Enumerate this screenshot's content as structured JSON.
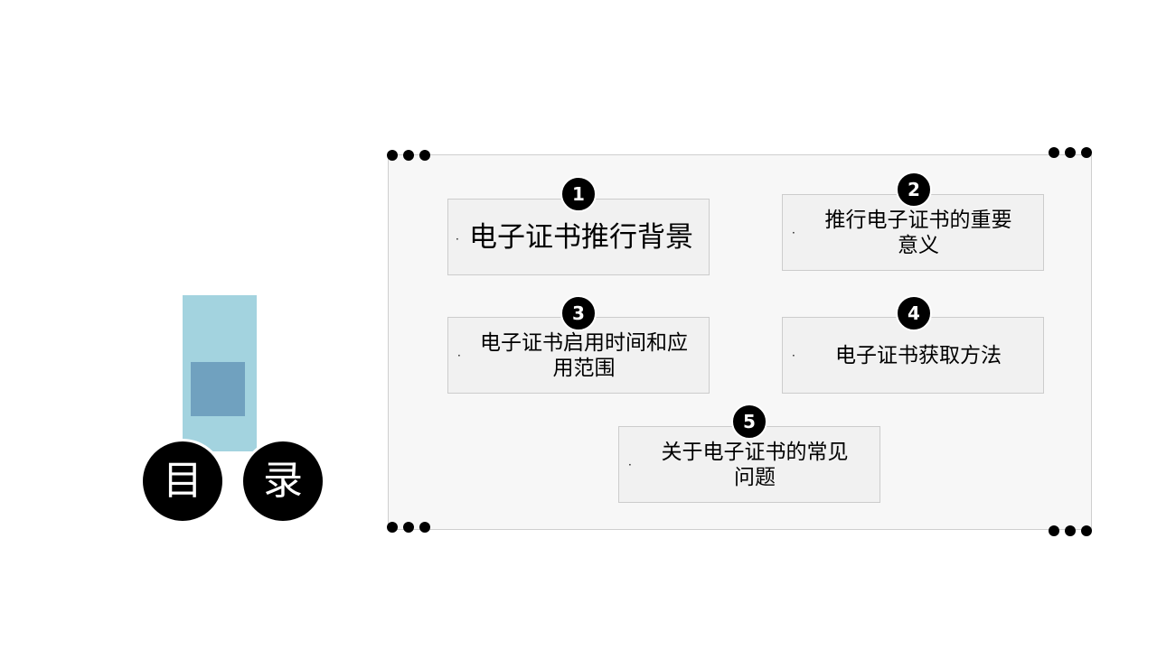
{
  "title": {
    "char1": "目",
    "char2": "录"
  },
  "items": [
    {
      "num": "1",
      "label": "电子证书推行背景"
    },
    {
      "num": "2",
      "label": "推行电子证书的重要意义"
    },
    {
      "num": "3",
      "label": "电子证书启用时间和应用范围"
    },
    {
      "num": "4",
      "label": "电子证书获取方法"
    },
    {
      "num": "5",
      "label": "关于电子证书的常见问题"
    }
  ],
  "bullet": "·",
  "colors": {
    "accent_light": "#a3d3df",
    "accent_dark": "#70a1bf",
    "panel_bg": "#f7f7f7",
    "item_bg": "#f1f1f1",
    "circle": "#000000"
  }
}
